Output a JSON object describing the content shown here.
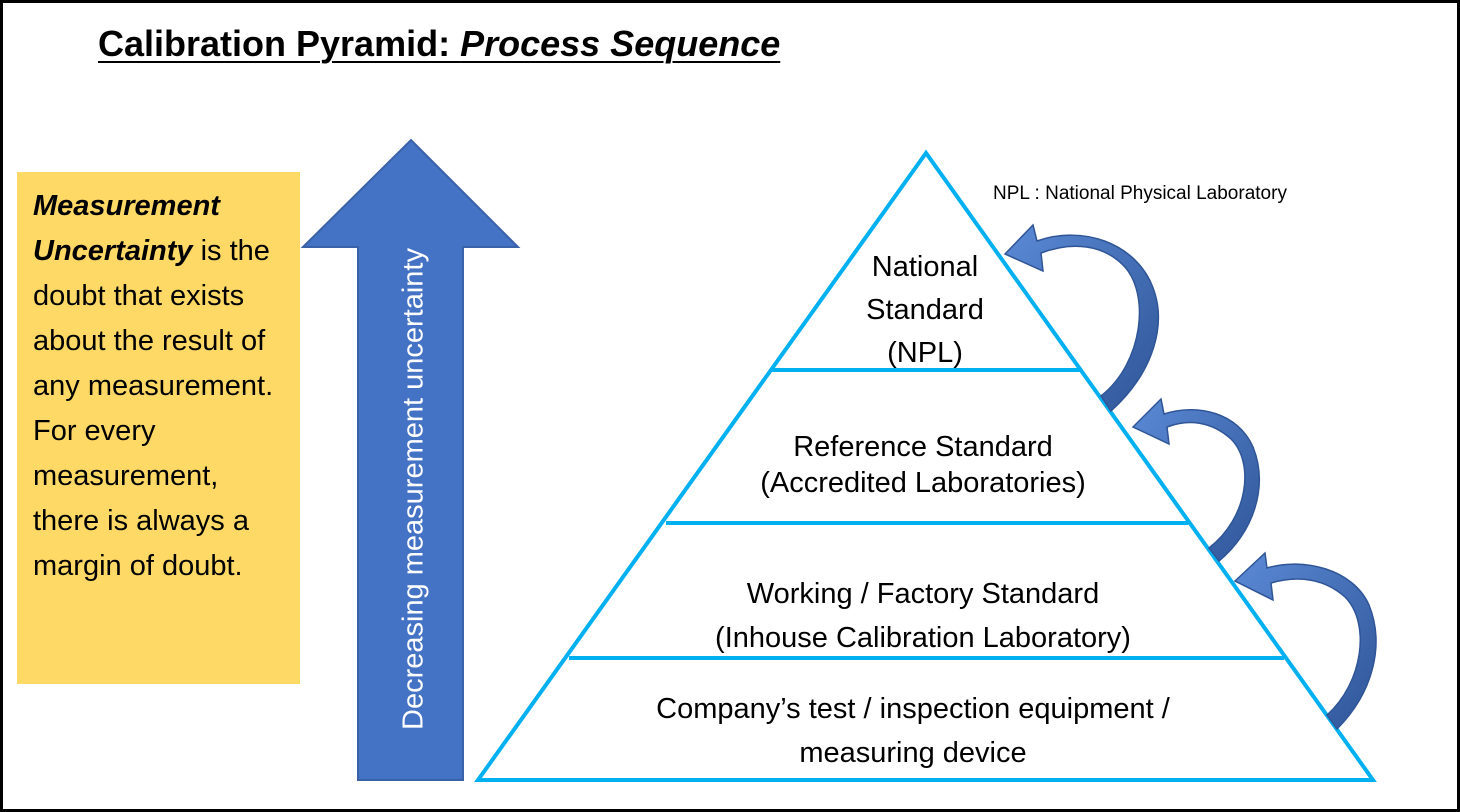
{
  "title": {
    "main": "Calibration Pyramid: ",
    "italic": "Process Sequence"
  },
  "uncertainty_box": {
    "term": "Measurement Uncertainty",
    "text": " is the doubt that exists about the result of any measurement. For every measurement, there is always a margin of doubt."
  },
  "vertical_arrow": {
    "label": "Decreasing measurement uncertainty",
    "direction": "up"
  },
  "npl_note": "NPL : National Physical Laboratory",
  "pyramid": {
    "tiers": [
      {
        "id": "national",
        "lines": [
          "National",
          "Standard",
          "(NPL)"
        ]
      },
      {
        "id": "reference",
        "lines": [
          "Reference Standard",
          "(Accredited Laboratories)"
        ]
      },
      {
        "id": "working",
        "lines": [
          "Working / Factory Standard",
          "(Inhouse Calibration Laboratory)"
        ]
      },
      {
        "id": "company",
        "lines": [
          "Company’s test / inspection equipment /",
          "measuring device"
        ]
      }
    ]
  },
  "colors": {
    "uncertainty_box_fill": "#ffd966",
    "vertical_arrow_fill": "#4472c4",
    "pyramid_outline": "#00b0f0",
    "curved_arrow_fill": "#4472c4",
    "frame_border": "#000000"
  }
}
